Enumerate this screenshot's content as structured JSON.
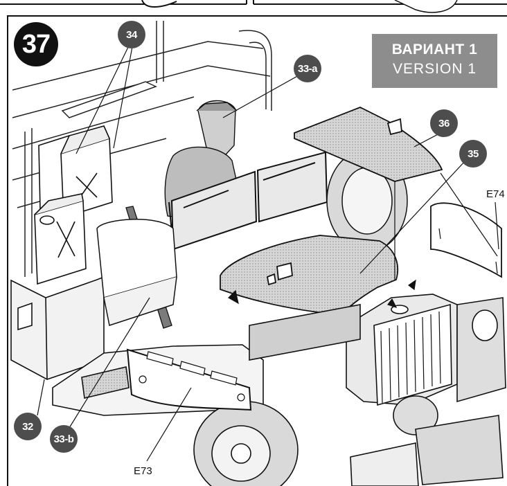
{
  "step": {
    "number": "37"
  },
  "version_box": {
    "line1": "ВАРИАНТ 1",
    "line2": "VERSION 1"
  },
  "callouts": {
    "c34": "34",
    "c33a": "33-a",
    "c36": "36",
    "c35": "35",
    "c32": "32",
    "c33b": "33-b"
  },
  "labels": {
    "e74": "E74",
    "e73": "E73"
  },
  "colors": {
    "badge": "#111111",
    "callout": "#4d4d4d",
    "version_box": "#8d8d8d",
    "panel_fill": "#d0d0d0"
  }
}
